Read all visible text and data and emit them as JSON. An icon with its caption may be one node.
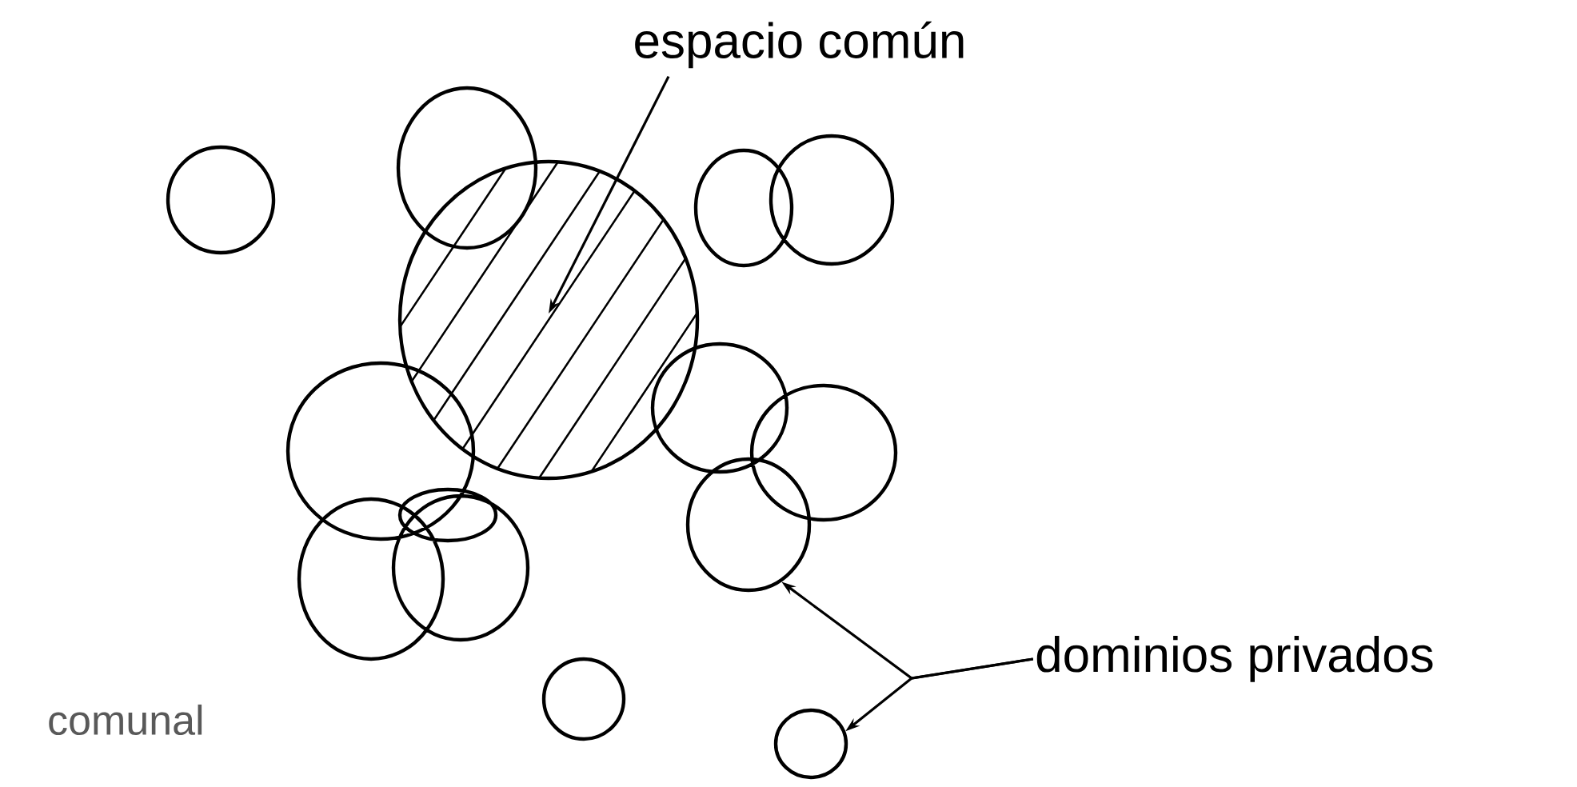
{
  "diagram": {
    "nodes": [
      {
        "text": [
          "espacio común"
        ]
      },
      {
        "text": [],
        "shape": "circle"
      },
      {
        "text": [
          "dominios privados"
        ]
      },
      {
        "text": [],
        "shape": "circle"
      },
      {
        "text": [],
        "shape": "circle"
      }
    ],
    "edges": [
      {
        "from": 0,
        "to": 1,
        "arrow": "to"
      },
      {
        "from": 2,
        "to": 3,
        "arrow": "to"
      },
      {
        "from": 2,
        "to": 4,
        "arrow": "to"
      }
    ],
    "labels": [
      "comunal"
    ]
  }
}
